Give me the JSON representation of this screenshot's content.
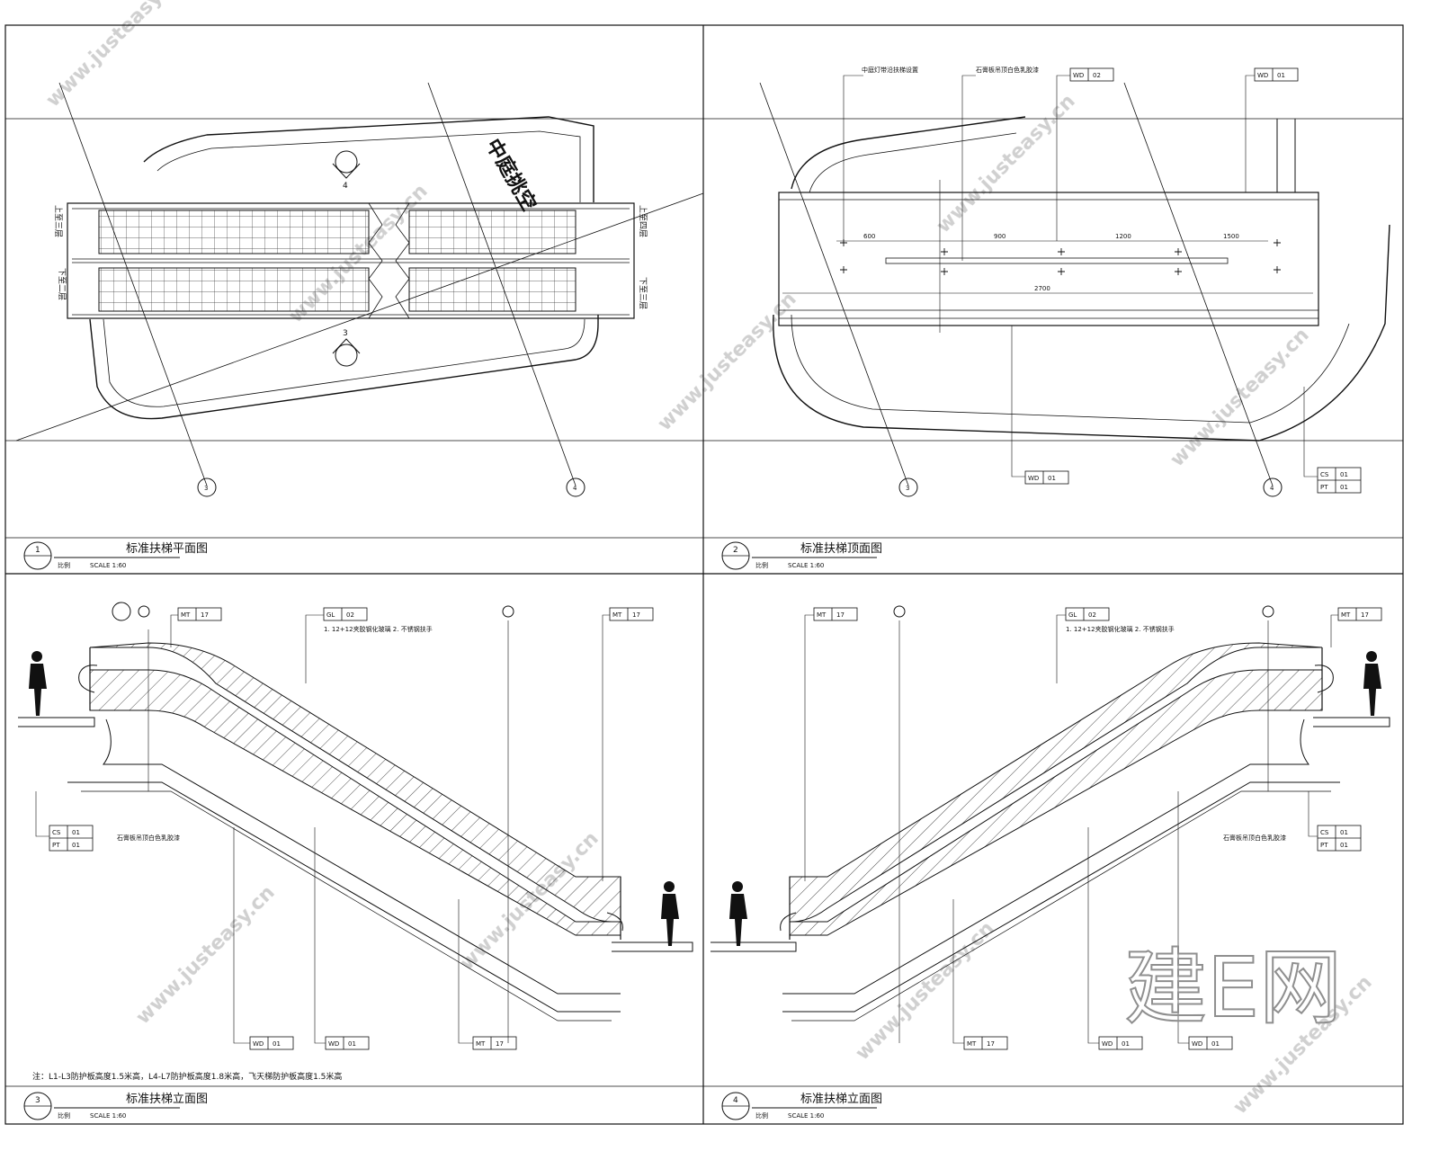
{
  "sheet": {
    "watermark": "www.justeasy.cn",
    "logo_text": "建E网"
  },
  "panels": [
    {
      "number": "1",
      "title": "标准扶梯平面图",
      "scale_label": "SCALE 1:60",
      "scale_prefix": "比例"
    },
    {
      "number": "2",
      "title": "标准扶梯顶面图",
      "scale_label": "SCALE 1:60",
      "scale_prefix": "比例"
    },
    {
      "number": "3",
      "title": "标准扶梯立面图",
      "scale_label": "SCALE 1:60",
      "scale_prefix": "比例"
    },
    {
      "number": "4",
      "title": "标准扶梯立面图",
      "scale_label": "SCALE 1:60",
      "scale_prefix": "比例"
    }
  ],
  "plan": {
    "void_label": "中庭挑空",
    "left_up": "上至三层",
    "left_down": "下至二层",
    "right_up": "上至四层",
    "right_down": "下至三层",
    "section_marks": [
      "4",
      "3"
    ],
    "callouts": [
      "3",
      "4"
    ]
  },
  "ceiling": {
    "notes": [
      "中庭灯带沿扶梯设置",
      "石膏板吊顶白色乳胶漆"
    ],
    "tags": [
      {
        "code": "WD",
        "num": "02"
      },
      {
        "code": "WD",
        "num": "01"
      },
      {
        "code": "WD",
        "num": "01"
      },
      {
        "code": "CS",
        "num": "01"
      },
      {
        "code": "PT",
        "num": "01"
      }
    ],
    "dims": [
      "600",
      "900",
      "1200",
      "1500",
      "2700"
    ],
    "callouts": [
      "3",
      "4"
    ]
  },
  "elevation_left": {
    "tags": [
      {
        "code": "MT",
        "num": "17"
      },
      {
        "code": "GL",
        "num": "02"
      },
      {
        "code": "MT",
        "num": "17"
      },
      {
        "code": "CS",
        "num": "01"
      },
      {
        "code": "PT",
        "num": "01"
      },
      {
        "code": "WD",
        "num": "01"
      },
      {
        "code": "WD",
        "num": "01"
      },
      {
        "code": "MT",
        "num": "17"
      }
    ],
    "glass_note": "1. 12+12夹胶钢化玻璃 2. 不锈钢扶手",
    "ceiling_note": "石膏板吊顶白色乳胶漆",
    "footnote": "注：L1-L3防护板高度1.5米高，L4-L7防护板高度1.8米高，飞天梯防护板高度1.5米高"
  },
  "elevation_right": {
    "tags": [
      {
        "code": "MT",
        "num": "17"
      },
      {
        "code": "GL",
        "num": "02"
      },
      {
        "code": "MT",
        "num": "17"
      },
      {
        "code": "CS",
        "num": "01"
      },
      {
        "code": "PT",
        "num": "01"
      },
      {
        "code": "MT",
        "num": "17"
      },
      {
        "code": "WD",
        "num": "01"
      },
      {
        "code": "WD",
        "num": "01"
      }
    ],
    "glass_note": "1. 12+12夹胶钢化玻璃 2. 不锈钢扶手",
    "ceiling_note": "石膏板吊顶白色乳胶漆"
  }
}
